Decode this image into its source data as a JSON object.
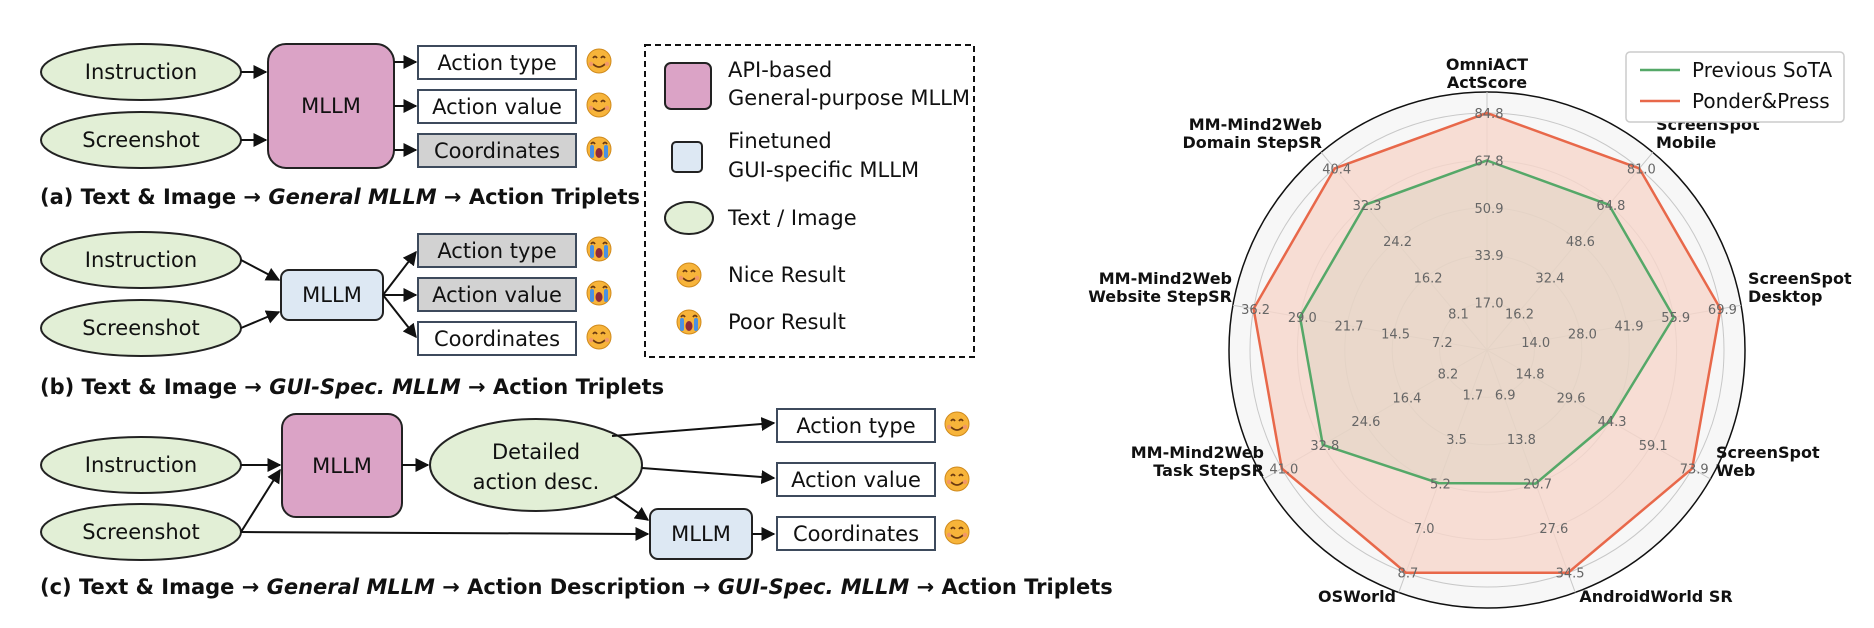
{
  "nodes": {
    "instruction": "Instruction",
    "screenshot": "Screenshot",
    "mllm": "MLLM",
    "detailed_line1": "Detailed",
    "detailed_line2": "action desc.",
    "action_type": "Action type",
    "action_value": "Action value",
    "coordinates": "Coordinates"
  },
  "captions": {
    "a": {
      "lead": "(a) Text & Image → ",
      "it1": "General MLLM",
      "tail": " → Action Triplets"
    },
    "b": {
      "lead": "(b) Text & Image → ",
      "it1": "GUI-Spec. MLLM",
      "tail": " → Action Triplets"
    },
    "c": {
      "lead": "(c) Text & Image → ",
      "it1": "General MLLM",
      "mid": " → Action Description → ",
      "it2": "GUI-Spec. MLLM",
      "tail": " → Action Triplets"
    }
  },
  "legend": {
    "api_line1": "API-based",
    "api_line2": "General-purpose MLLM",
    "ft_line1": "Finetuned",
    "ft_line2": "GUI-specific MLLM",
    "text_image": "Text / Image",
    "nice": "Nice Result",
    "poor": "Poor Result"
  },
  "colors": {
    "api_fill": "#dba3c6",
    "ft_fill": "#dde8f3",
    "ellipse_fill": "#e2efd6",
    "poor_box_fill": "#d2d2d2",
    "prev_sota": "#55a868",
    "ponder": "#e8684a",
    "ponder_fill": "#f6d6cb"
  },
  "chart_data": {
    "type": "radar",
    "axes": [
      {
        "label_lines": [
          "OmniACT",
          "ActScore"
        ],
        "max": 84.8,
        "ticks": [
          "17.0",
          "33.9",
          "50.9",
          "67.8",
          "84.8"
        ]
      },
      {
        "label_lines": [
          "ScreenSpot",
          "Mobile"
        ],
        "max": 81.0,
        "ticks": [
          "16.2",
          "32.4",
          "48.6",
          "64.8",
          "81.0"
        ]
      },
      {
        "label_lines": [
          "ScreenSpot",
          "Desktop"
        ],
        "max": 69.9,
        "ticks": [
          "14.0",
          "28.0",
          "41.9",
          "55.9",
          "69.9"
        ]
      },
      {
        "label_lines": [
          "ScreenSpot",
          "Web"
        ],
        "max": 73.9,
        "ticks": [
          "14.8",
          "29.6",
          "44.3",
          "59.1",
          "73.9"
        ]
      },
      {
        "label_lines": [
          "AndroidWorld SR"
        ],
        "max": 34.5,
        "ticks": [
          "6.9",
          "13.8",
          "20.7",
          "27.6",
          "34.5"
        ]
      },
      {
        "label_lines": [
          "OSWorld"
        ],
        "max": 8.7,
        "ticks": [
          "1.7",
          "3.5",
          "5.2",
          "7.0",
          "8.7"
        ]
      },
      {
        "label_lines": [
          "MM-Mind2Web",
          "Task StepSR"
        ],
        "max": 41.0,
        "ticks": [
          "8.2",
          "16.4",
          "24.6",
          "32.8",
          "41.0"
        ]
      },
      {
        "label_lines": [
          "MM-Mind2Web",
          "Website StepSR"
        ],
        "max": 36.2,
        "ticks": [
          "7.2",
          "14.5",
          "21.7",
          "29.0",
          "36.2"
        ]
      },
      {
        "label_lines": [
          "MM-Mind2Web",
          "Domain StepSR"
        ],
        "max": 40.4,
        "ticks": [
          "8.1",
          "16.2",
          "24.2",
          "32.3",
          "40.4"
        ]
      }
    ],
    "series": [
      {
        "name": "Previous SoTA",
        "values": [
          67.8,
          64.8,
          55.9,
          44.3,
          20.7,
          5.2,
          32.8,
          29.0,
          32.3
        ]
      },
      {
        "name": "Ponder&Press",
        "values": [
          84.8,
          81.0,
          69.9,
          73.9,
          34.5,
          8.7,
          41.0,
          36.2,
          40.4
        ]
      }
    ],
    "grid": true,
    "legend_position": "top-right"
  }
}
